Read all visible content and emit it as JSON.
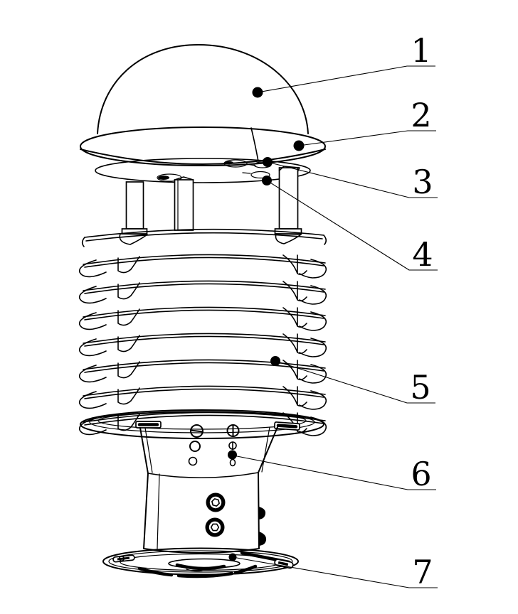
{
  "figure": {
    "kind": "technical-patent-line-drawing",
    "line_color": "#000000",
    "background": "#ffffff",
    "callouts": [
      {
        "label": "1"
      },
      {
        "label": "2"
      },
      {
        "label": "3"
      },
      {
        "label": "4"
      },
      {
        "label": "5"
      },
      {
        "label": "6"
      },
      {
        "label": "7"
      }
    ]
  }
}
